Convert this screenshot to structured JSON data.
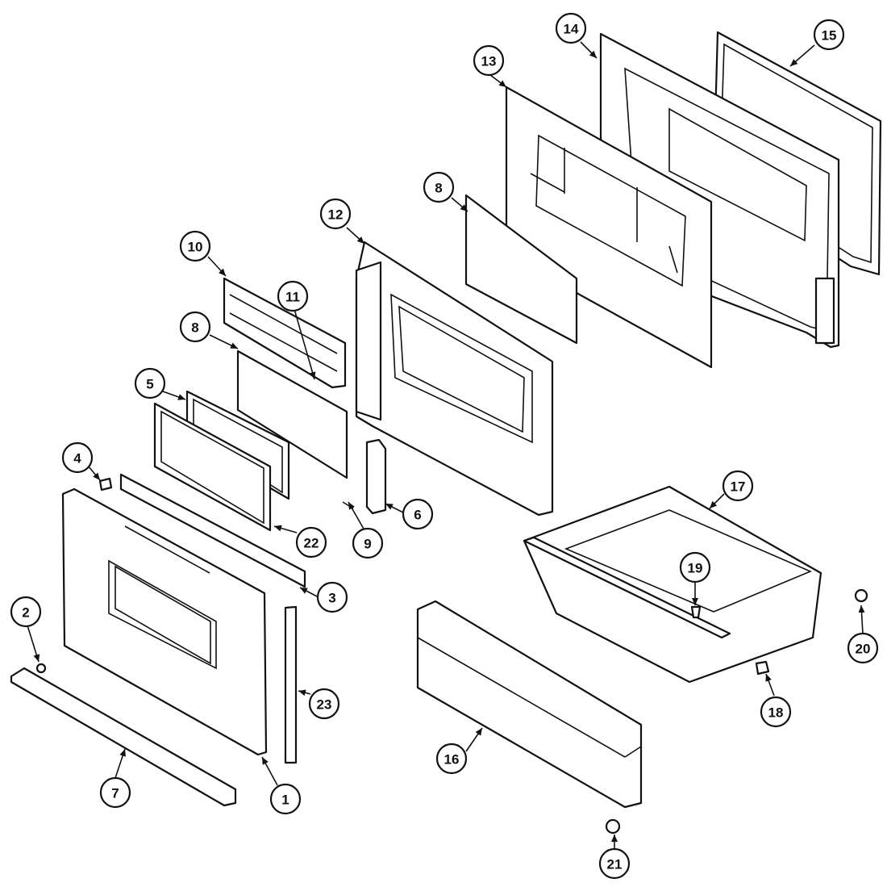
{
  "callouts": [
    "1",
    "2",
    "3",
    "4",
    "5",
    "6",
    "7",
    "8",
    "8",
    "9",
    "10",
    "11",
    "12",
    "13",
    "14",
    "15",
    "16",
    "17",
    "18",
    "19",
    "20",
    "21",
    "22",
    "23"
  ]
}
